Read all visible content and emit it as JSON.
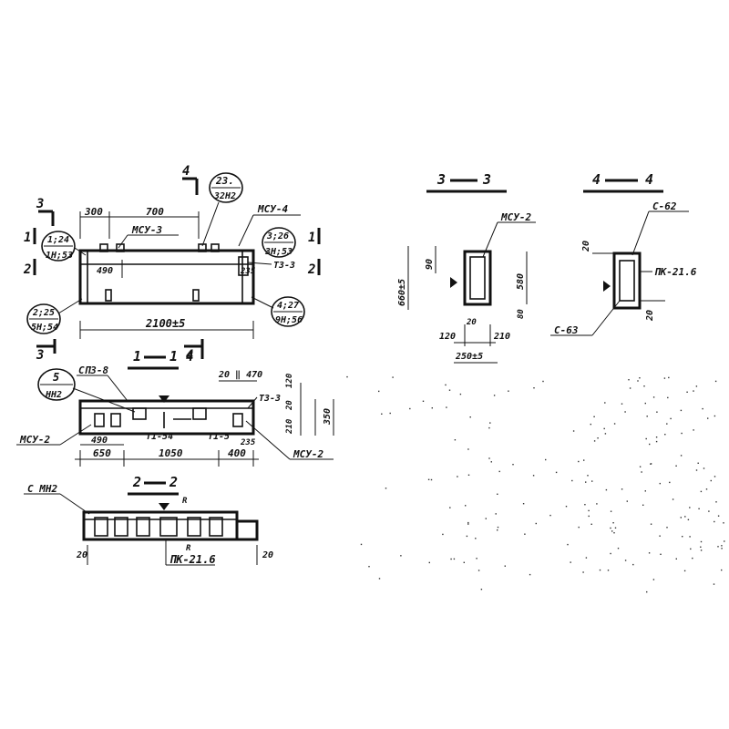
{
  "plan": {
    "cut3_top": "3",
    "cut1_left": "1",
    "cut2_left": "2",
    "cut1_right": "1",
    "cut2_right": "2",
    "cut4_top": "4",
    "cut3_bottom": "3",
    "cut4_bottom": "4",
    "dim_300": "300",
    "dim_700": "700",
    "dim_490": "490",
    "dim_235": "235",
    "dim_2100": "2100±5",
    "label_mcy3": "МСУ-3",
    "label_mcy4": "МСУ-4",
    "label_t33": "Т3-3",
    "bubble_tl_top": "1;24",
    "bubble_tl_bot": "1Н;53",
    "bubble_top_top": "23.",
    "bubble_top_bot": "32Н2",
    "bubble_tr_top": "3;26",
    "bubble_tr_bot": "3Н;53",
    "bubble_bl_top": "2;25",
    "bubble_bl_bot": "5Н;54",
    "bubble_br_top": "4;27",
    "bubble_br_bot": "9Н;56"
  },
  "section11": {
    "title_left": "1",
    "title_right": "1",
    "cut4": "4",
    "bubble_top": "5",
    "bubble_bot": "НН2",
    "label_spz8": "СПЗ-8",
    "label_t33": "Т3-3",
    "label_mcy2_left": "МСУ-2",
    "label_mcy2_right": "МСУ-2",
    "label_t154": "Т1-54",
    "label_t15": "Т1-5",
    "dim_20_470": "20 ‖ 470",
    "dim_120": "120",
    "dim_20": "20",
    "dim_210": "210",
    "dim_350": "350",
    "dim_490": "490",
    "dim_650": "650",
    "dim_1050": "1050",
    "dim_400": "400",
    "dim_235": "235"
  },
  "section22": {
    "title_left": "2",
    "title_right": "2",
    "label_cmh2": "С МН2",
    "label_pk": "ПК-21.6",
    "dim_20_left": "20",
    "dim_20_right": "20",
    "mark_r": "R"
  },
  "section33": {
    "title_left": "3",
    "title_right": "3",
    "label_mcy2": "МСУ-2",
    "dim_660": "660±5",
    "dim_90": "90",
    "dim_580": "580",
    "dim_80": "80",
    "dim_20": "20",
    "dim_120": "120",
    "dim_210": "210",
    "dim_250": "250±5"
  },
  "section44": {
    "title_left": "4",
    "title_right": "4",
    "label_c62": "С-62",
    "label_pk": "ПК-21.6",
    "label_c63": "С-63",
    "dim_20_top": "20",
    "dim_20_right": "20"
  }
}
